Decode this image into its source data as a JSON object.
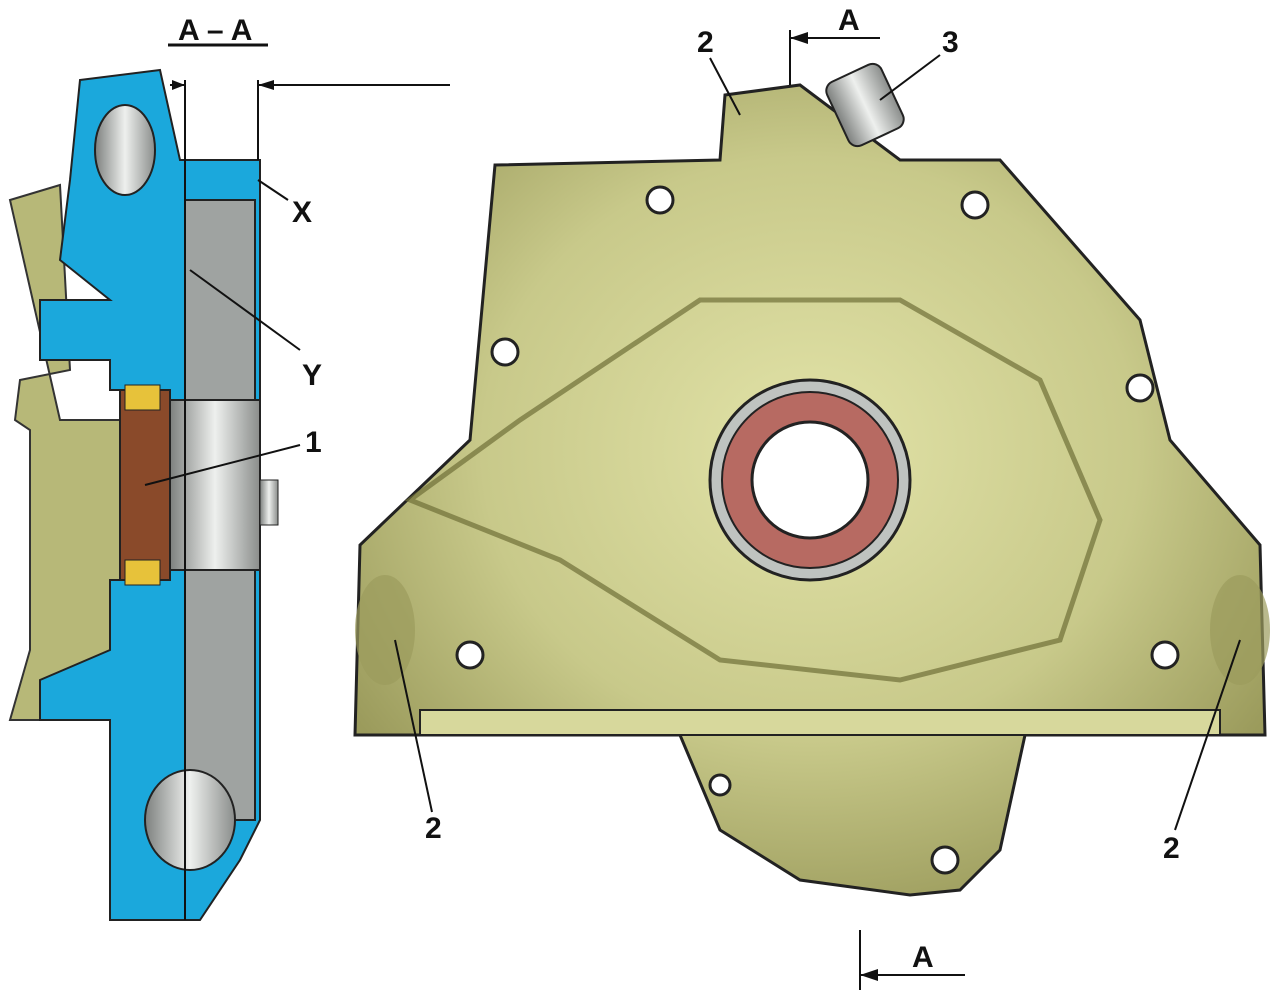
{
  "colors": {
    "section": "#1ba8dc",
    "body": "#c8c98a",
    "body_shadow": "#8d8d4e",
    "seal": "#b76a62",
    "metal": "#bfc3c0",
    "line": "#111111"
  },
  "labels": {
    "section_title": "A – A",
    "x": "X",
    "y": "Y",
    "seal": "1",
    "mount_top": "2",
    "mount_left": "2",
    "mount_right": "2",
    "bolt": "3",
    "section_top": "A",
    "section_bottom": "A"
  }
}
